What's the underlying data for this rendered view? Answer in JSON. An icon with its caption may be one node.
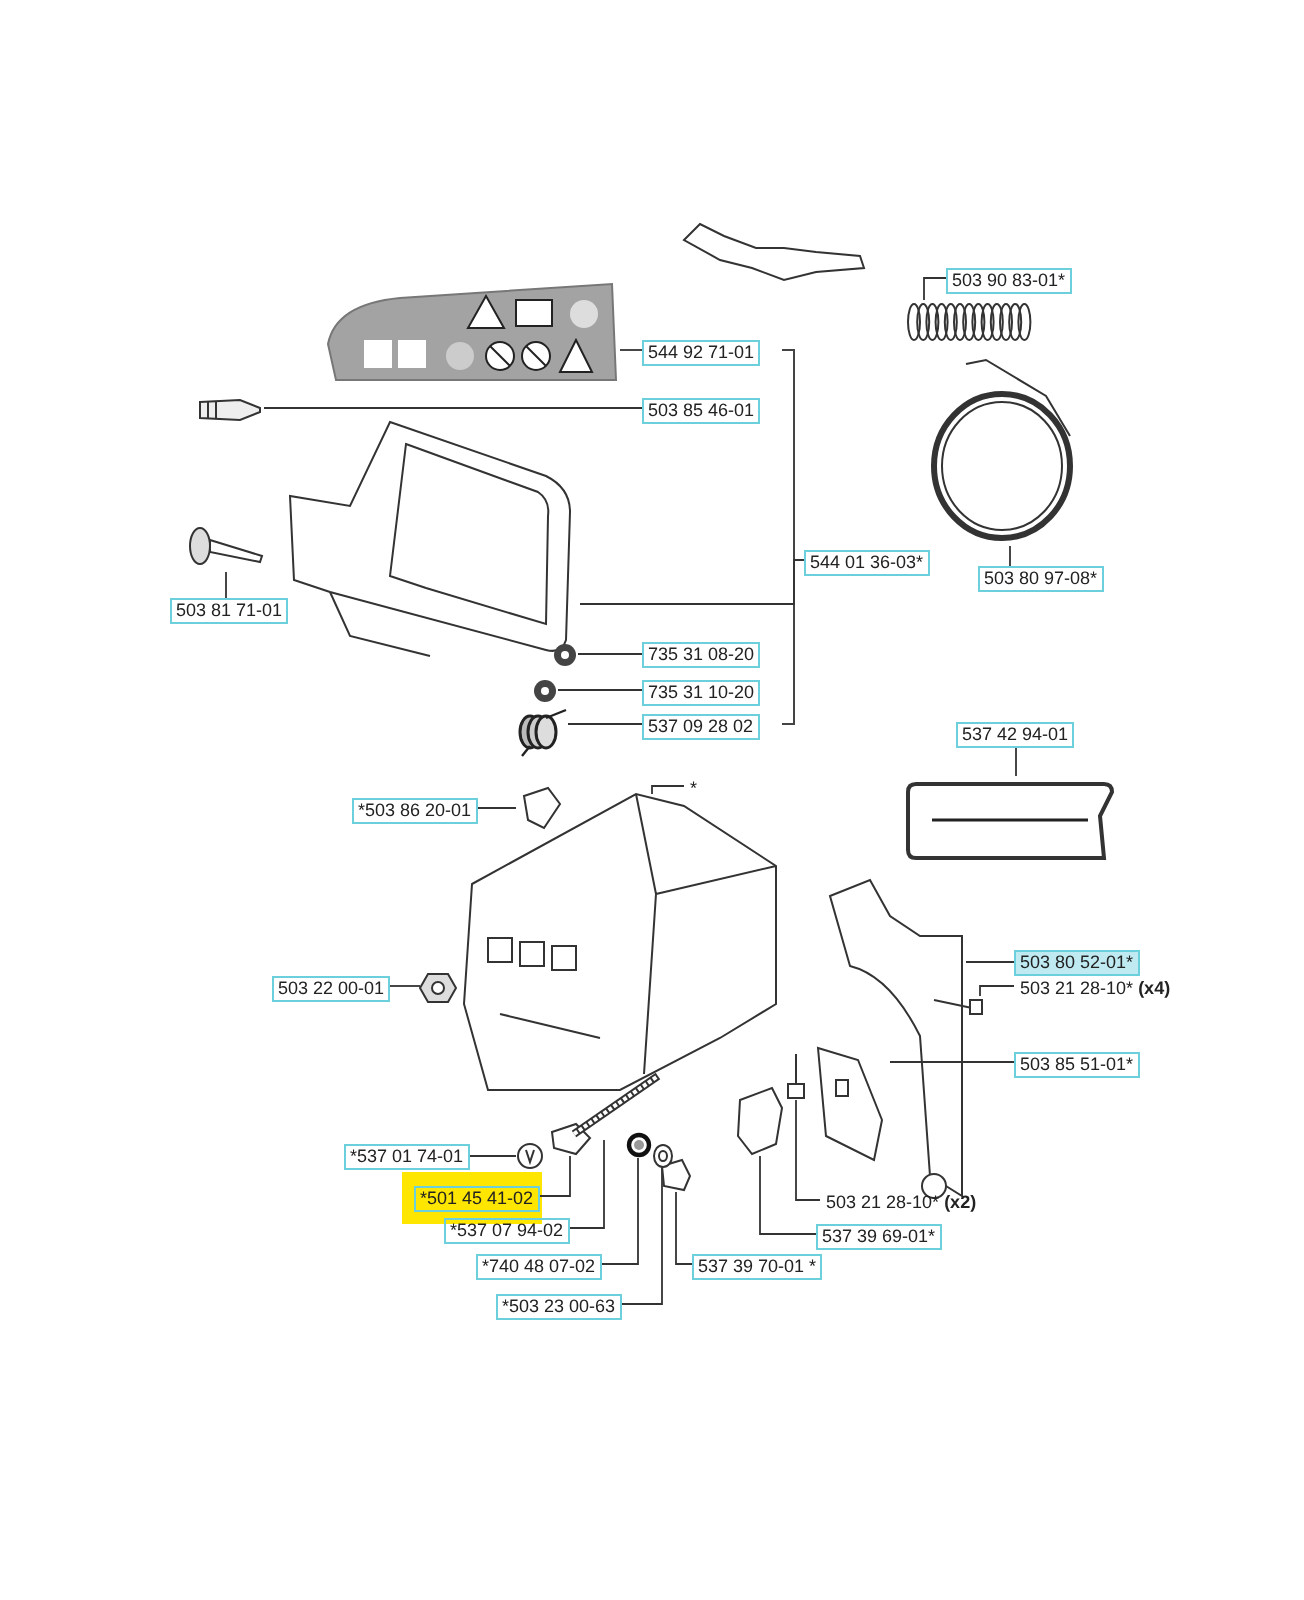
{
  "diagram": {
    "nodes": [
      {
        "text": [
          "544 92 71-01"
        ]
      },
      {
        "text": [
          "503 85 46-01"
        ]
      },
      {
        "text": [
          "503 81 71-01"
        ]
      },
      {
        "text": [
          "544 01 36-03*"
        ]
      },
      {
        "text": [
          "735 31 08-20"
        ]
      },
      {
        "text": [
          "735 31 10-20"
        ]
      },
      {
        "text": [
          "537 09 28 02"
        ]
      },
      {
        "text": [
          "503 90 83-01*"
        ]
      },
      {
        "text": [
          "503 80 97-08*"
        ]
      },
      {
        "text": [
          "*503 86 20-01"
        ]
      },
      {
        "text": [
          "*"
        ]
      },
      {
        "text": [
          "537 42 94-01"
        ]
      },
      {
        "text": [
          "503 22 00-01"
        ]
      },
      {
        "text": [
          "503 80 52-01*"
        ]
      },
      {
        "text": [
          "503 21 28-10* **(x4)**"
        ]
      },
      {
        "text": [
          "503 85 51-01*"
        ]
      },
      {
        "text": [
          "*537 01 74-01"
        ]
      },
      {
        "text": [
          "*501 45 41-02"
        ]
      },
      {
        "text": [
          "*537 07 94-02"
        ]
      },
      {
        "text": [
          "*740 48 07-02"
        ]
      },
      {
        "text": [
          "*503 23 00-63"
        ]
      },
      {
        "text": [
          "503 21 28-10* **(x2)**"
        ]
      },
      {
        "text": [
          "537 39 69-01*"
        ]
      },
      {
        "text": [
          "537 39 70-01 *"
        ]
      },
      {
        "text": [],
        "shape": "picture"
      },
      {
        "text": [],
        "shape": "picture"
      },
      {
        "text": [],
        "shape": "picture"
      },
      {
        "text": [],
        "shape": "picture"
      },
      {
        "text": [],
        "shape": "picture"
      },
      {
        "text": [],
        "shape": "picture"
      },
      {
        "text": [],
        "shape": "picture"
      },
      {
        "text": [],
        "shape": "picture"
      },
      {
        "text": [],
        "shape": "picture"
      },
      {
        "text": [],
        "shape": "picture"
      },
      {
        "text": [],
        "shape": "picture"
      },
      {
        "text": [],
        "shape": "picture"
      },
      {
        "text": [],
        "shape": "picture"
      },
      {
        "text": [],
        "shape": "picture"
      },
      {
        "text": [],
        "shape": "picture"
      },
      {
        "text": [],
        "shape": "picture"
      },
      {
        "text": [],
        "shape": "picture"
      },
      {
        "text": [],
        "shape": "picture"
      },
      {
        "text": [],
        "shape": "picture"
      },
      {
        "text": [],
        "shape": "picture"
      },
      {
        "text": [],
        "shape": "picture"
      },
      {
        "text": [],
        "shape": "picture"
      },
      {
        "text": [],
        "shape": "picture"
      },
      {
        "text": [],
        "shape": "picture"
      }
    ],
    "edges": [
      {
        "from": 0,
        "to": 24,
        "arrow": "none"
      },
      {
        "from": 1,
        "to": 25,
        "arrow": "none"
      },
      {
        "from": 2,
        "to": 26,
        "arrow": "none"
      },
      {
        "from": 3,
        "to": 27,
        "arrow": "none"
      },
      {
        "from": 4,
        "to": 28,
        "arrow": "none"
      },
      {
        "from": 5,
        "to": 29,
        "arrow": "none"
      },
      {
        "from": 6,
        "to": 30,
        "arrow": "none"
      },
      {
        "from": 7,
        "to": 31,
        "arrow": "none"
      },
      {
        "from": 8,
        "to": 32,
        "arrow": "none"
      },
      {
        "from": 9,
        "to": 33,
        "arrow": "none"
      },
      {
        "from": 10,
        "to": 34,
        "arrow": "none"
      },
      {
        "from": 11,
        "to": 35,
        "arrow": "none"
      },
      {
        "from": 12,
        "to": 36,
        "arrow": "none"
      },
      {
        "from": 13,
        "to": 37,
        "arrow": "none"
      },
      {
        "from": 14,
        "to": 38,
        "arrow": "none"
      },
      {
        "from": 15,
        "to": 39,
        "arrow": "none"
      },
      {
        "from": 16,
        "to": 43,
        "arrow": "none"
      },
      {
        "from": 17,
        "to": 44,
        "arrow": "none"
      },
      {
        "from": 18,
        "to": 45,
        "arrow": "none"
      },
      {
        "from": 19,
        "to": 46,
        "arrow": "none"
      },
      {
        "from": 20,
        "to": 47,
        "arrow": "none"
      },
      {
        "from": 21,
        "to": 40,
        "arrow": "none"
      },
      {
        "from": 22,
        "to": 41,
        "arrow": "none"
      },
      {
        "from": 23,
        "to": 42,
        "arrow": "none"
      }
    ]
  }
}
